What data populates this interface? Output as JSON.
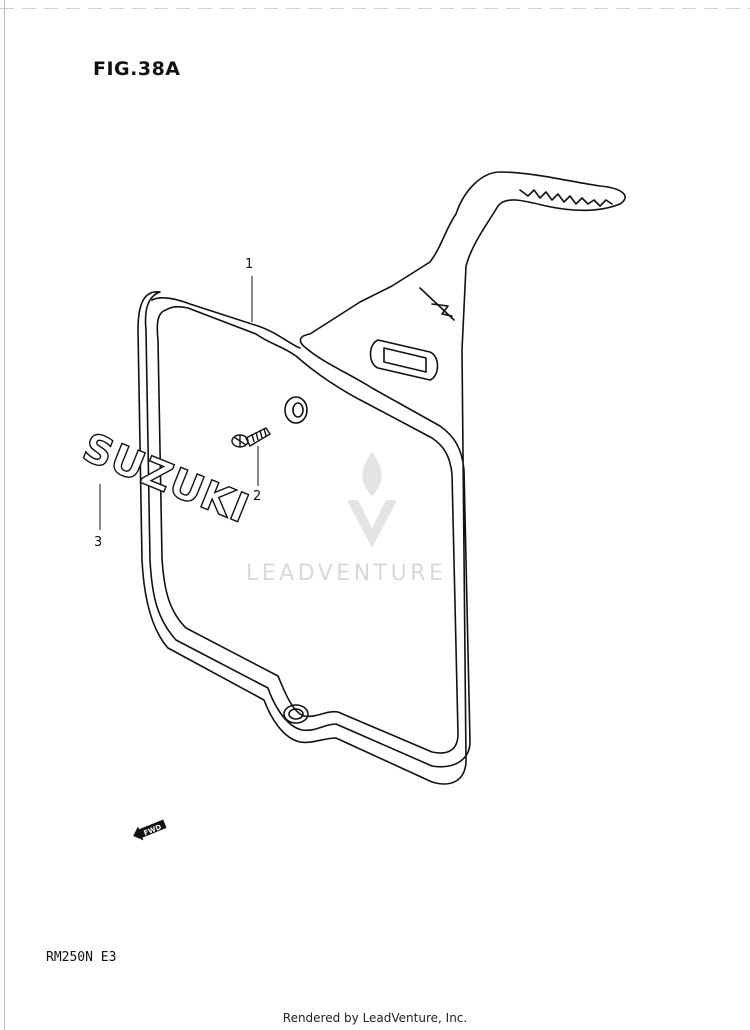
{
  "figure": {
    "title": "FIG.38A",
    "model": "RM250N  E3",
    "callouts": [
      "1",
      "2",
      "3"
    ],
    "decal_text": "SUZUKI",
    "fwd_label": "FWD"
  },
  "watermark": {
    "text": "LEADVENTURE"
  },
  "footer": {
    "credit": "Rendered by LeadVenture, Inc."
  },
  "icons": {
    "watermark_logo": "flame-v-logo-icon",
    "fwd_arrow": "fwd-arrow-icon"
  }
}
